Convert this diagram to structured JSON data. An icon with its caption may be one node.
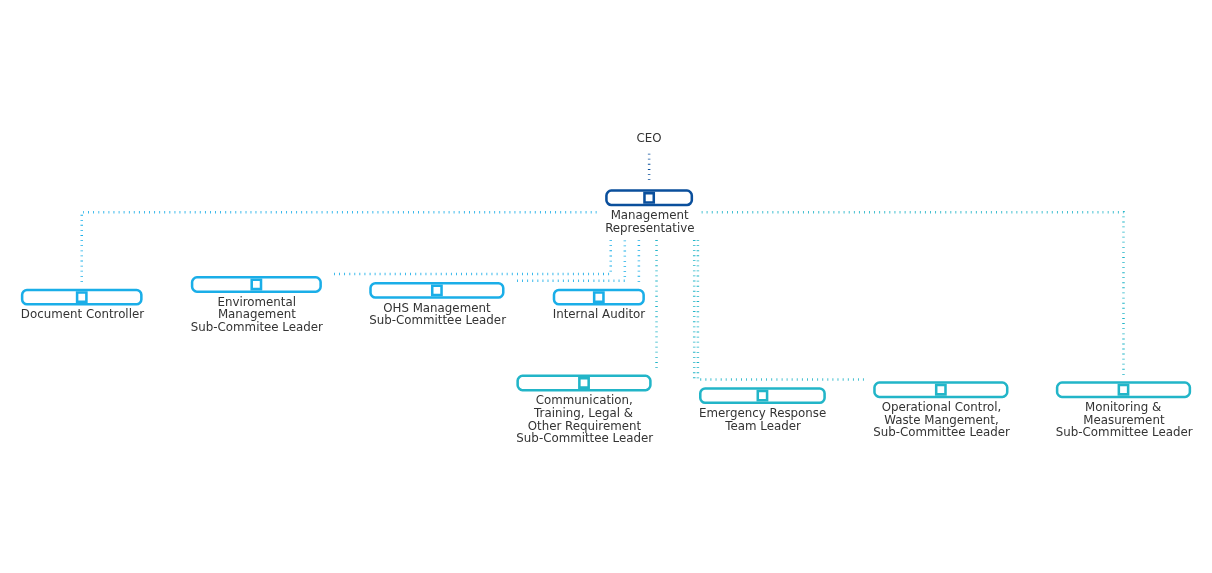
{
  "diagram": {
    "nodes": [
      {
        "text": [
          "CEO"
        ]
      },
      {
        "text": [
          "Management Representative"
        ]
      },
      {
        "text": [
          "Document Controller"
        ]
      },
      {
        "text": [
          "Enviromental Management Sub-Commitee Leader"
        ]
      },
      {
        "text": [
          "OHS Management Sub-Committee Leader"
        ]
      },
      {
        "text": [
          "Internal Auditor"
        ]
      },
      {
        "text": [
          "Communication, Training, Legal & Other Requirement Sub-Committee Leader"
        ]
      },
      {
        "text": [
          "Emergency Response Team Leader"
        ]
      },
      {
        "text": [
          "Operational Control, Waste Mangement, Sub-Committee Leader"
        ]
      },
      {
        "text": [
          "Monitoring & Measurement Sub-Committee Leader"
        ]
      }
    ],
    "edges": [
      {
        "from": 0,
        "to": 1,
        "arrow": "none",
        "style": "dashed",
        "color": "#0a4f9c"
      },
      {
        "from": 1,
        "to": 2,
        "arrow": "none",
        "style": "dashed",
        "color": "#1aaee8"
      },
      {
        "from": 1,
        "to": 3,
        "arrow": "none",
        "style": "dashed",
        "color": "#1aaee8"
      },
      {
        "from": 1,
        "to": 4,
        "arrow": "none",
        "style": "dashed",
        "color": "#1aaee8"
      },
      {
        "from": 1,
        "to": 5,
        "arrow": "none",
        "style": "dashed",
        "color": "#1aaee8"
      },
      {
        "from": 1,
        "to": 6,
        "arrow": "none",
        "style": "dashed",
        "color": "#22b5c8"
      },
      {
        "from": 1,
        "to": 7,
        "arrow": "none",
        "style": "dashed",
        "color": "#22b5c8"
      },
      {
        "from": 1,
        "to": 8,
        "arrow": "none",
        "style": "dashed",
        "color": "#22b5c8"
      },
      {
        "from": 1,
        "to": 9,
        "arrow": "none",
        "style": "dashed",
        "color": "#22b5c8"
      }
    ]
  }
}
